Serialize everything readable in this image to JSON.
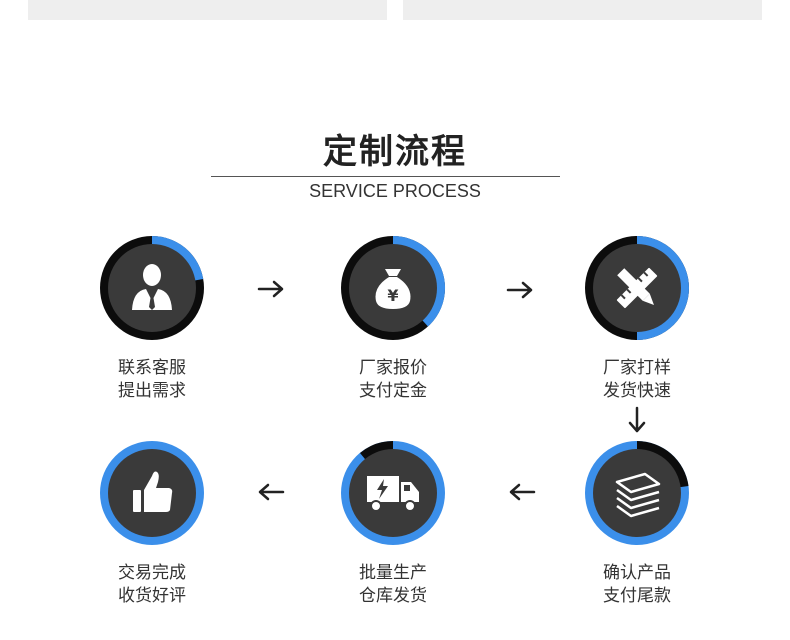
{
  "header": {
    "title": "定制流程",
    "subtitle": "SERVICE PROCESS"
  },
  "colors": {
    "accent": "#3b8fea",
    "ring_dark": "#0c0c0c",
    "icon_bg": "#3a3a3a",
    "icon_fg": "#ffffff"
  },
  "steps": [
    {
      "icon": "customer-service-person-icon",
      "line1": "联系客服",
      "line2": "提出需求"
    },
    {
      "icon": "money-bag-icon",
      "line1": "厂家报价",
      "line2": "支付定金"
    },
    {
      "icon": "pencil-ruler-icon",
      "line1": "厂家打样",
      "line2": "发货快速"
    },
    {
      "icon": "stacked-sheets-icon",
      "line1": "确认产品",
      "line2": "支付尾款"
    },
    {
      "icon": "delivery-truck-icon",
      "line1": "批量生产",
      "line2": "仓库发货"
    },
    {
      "icon": "thumbs-up-icon",
      "line1": "交易完成",
      "line2": "收货好评"
    }
  ],
  "arrows": [
    "→",
    "→",
    "↓",
    "←",
    "←"
  ]
}
